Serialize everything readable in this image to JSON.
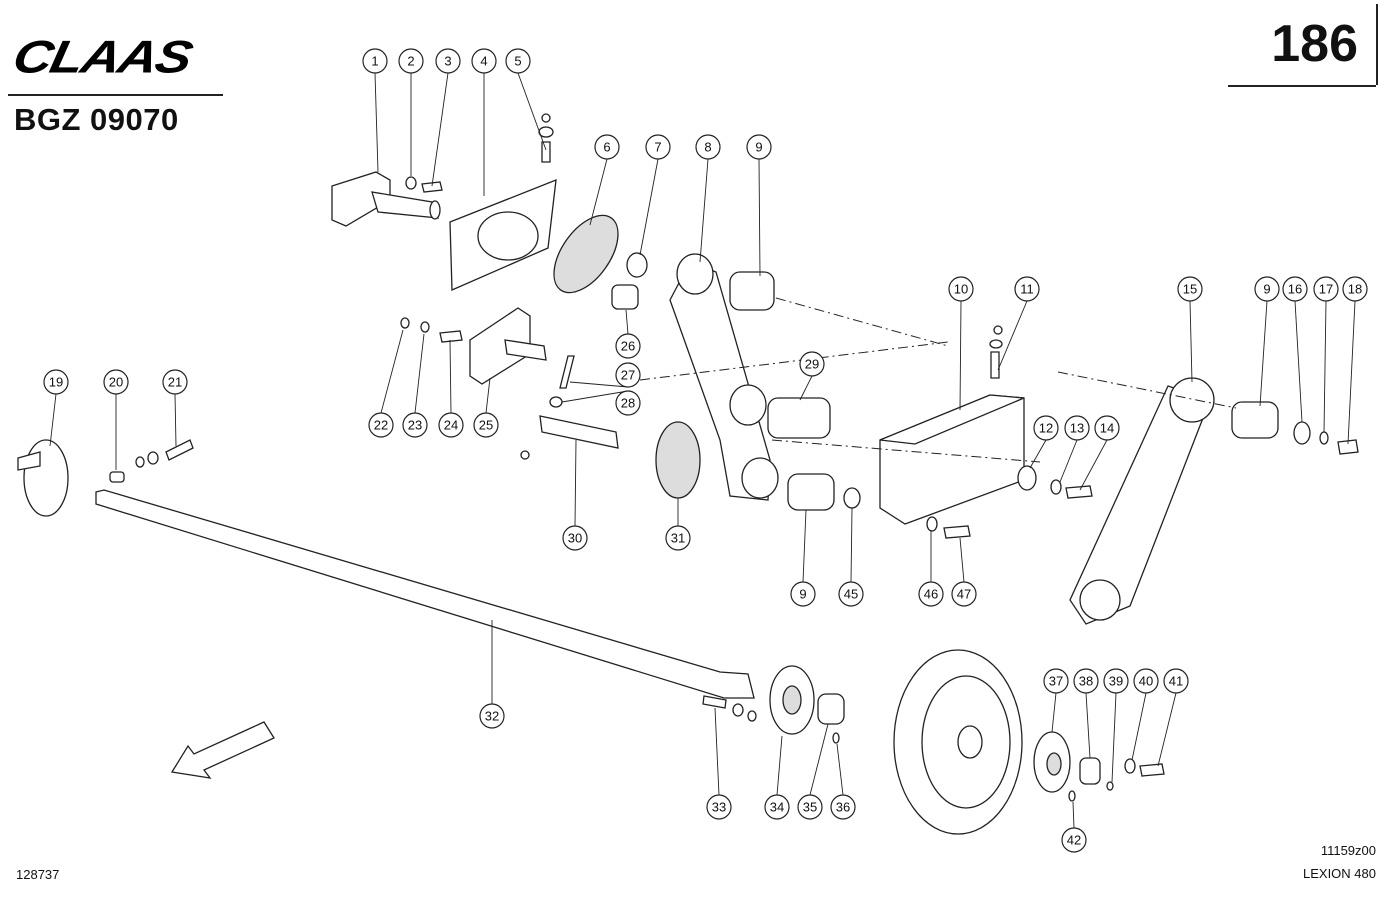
{
  "header": {
    "logo_text": "CLAAS",
    "doc_code": "BGZ 09070",
    "page_number": "186"
  },
  "footer": {
    "left_code": "128737",
    "drawing_ref": "11159z00",
    "model": "LEXION 480"
  },
  "callouts": [
    "1",
    "2",
    "3",
    "4",
    "5",
    "6",
    "7",
    "8",
    "9",
    "10",
    "11",
    "12",
    "13",
    "14",
    "15",
    "9",
    "16",
    "17",
    "18",
    "19",
    "20",
    "21",
    "22",
    "23",
    "24",
    "25",
    "26",
    "27",
    "28",
    "29",
    "30",
    "31",
    "9",
    "45",
    "46",
    "47",
    "32",
    "33",
    "34",
    "35",
    "36",
    "37",
    "38",
    "39",
    "40",
    "41",
    "42"
  ]
}
